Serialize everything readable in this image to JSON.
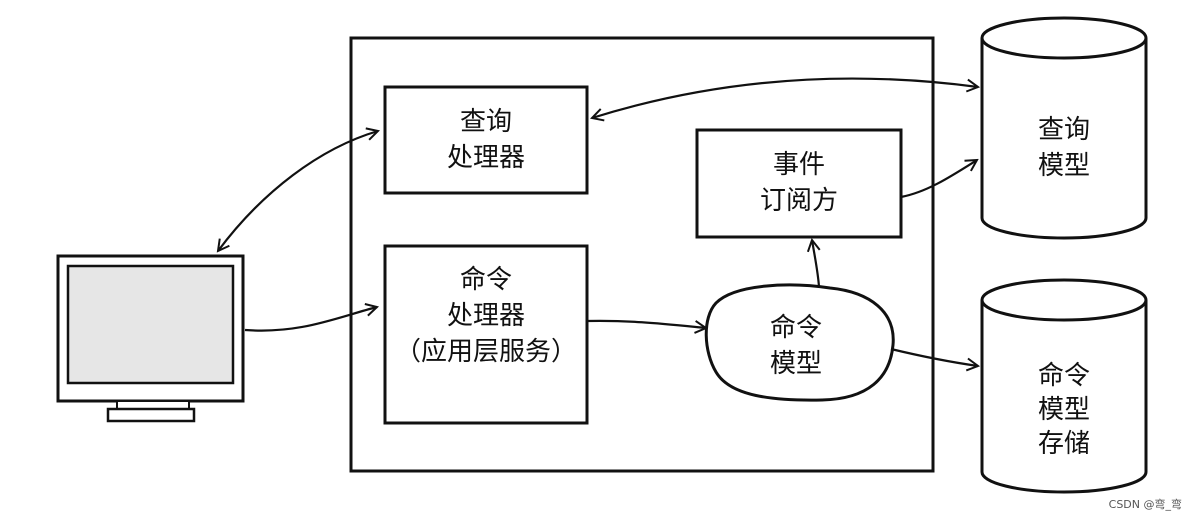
{
  "diagram": {
    "query_processor": {
      "line1": "查询",
      "line2": "处理器"
    },
    "command_processor": {
      "line1": "命令",
      "line2": "处理器",
      "line3": "（应用层服务）"
    },
    "event_subscriber": {
      "line1": "事件",
      "line2": "订阅方"
    },
    "command_model": {
      "line1": "命令",
      "line2": "模型"
    },
    "query_model_db": {
      "line1": "查询",
      "line2": "模型"
    },
    "command_model_store_db": {
      "line1": "命令",
      "line2": "模型",
      "line3": "存储"
    }
  },
  "watermark": "CSDN @弯_弯"
}
